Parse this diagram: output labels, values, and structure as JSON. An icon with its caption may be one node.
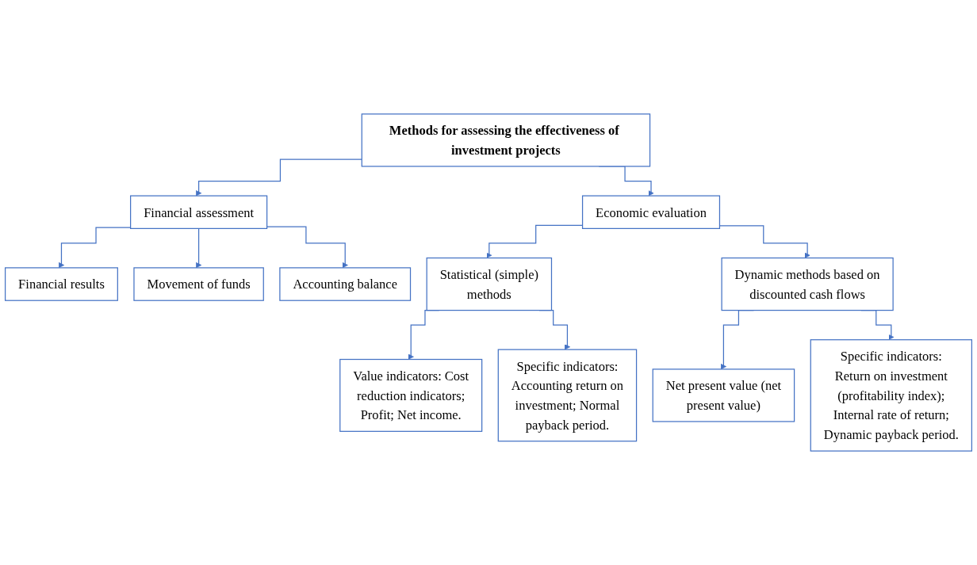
{
  "diagram": {
    "nodes": [
      {
        "text": [
          "Methods for assessing the effectiveness of investment projects"
        ]
      },
      {
        "text": [
          "Financial assessment"
        ]
      },
      {
        "text": [
          "Economic evaluation"
        ]
      },
      {
        "text": [
          "Financial results"
        ]
      },
      {
        "text": [
          "Movement of funds"
        ]
      },
      {
        "text": [
          "Accounting balance"
        ]
      },
      {
        "text": [
          "Statistical (simple) methods"
        ]
      },
      {
        "text": [
          "Dynamic methods based on discounted cash flows"
        ]
      },
      {
        "text": [
          "Value indicators: Cost reduction indicators; Profit; Net income."
        ]
      },
      {
        "text": [
          "Specific indicators: Accounting return on investment; Normal payback period."
        ]
      },
      {
        "text": [
          "Net present value (net present value)"
        ]
      },
      {
        "text": [
          "Specific indicators: Return on investment (profitability index); Internal rate of return; Dynamic payback period."
        ]
      }
    ],
    "edges": [
      {
        "from": 0,
        "to": 1,
        "arrow": "to"
      },
      {
        "from": 0,
        "to": 2,
        "arrow": "to"
      },
      {
        "from": 1,
        "to": 3,
        "arrow": "to"
      },
      {
        "from": 1,
        "to": 4,
        "arrow": "to"
      },
      {
        "from": 1,
        "to": 5,
        "arrow": "to"
      },
      {
        "from": 2,
        "to": 6,
        "arrow": "to"
      },
      {
        "from": 2,
        "to": 7,
        "arrow": "to"
      },
      {
        "from": 6,
        "to": 8,
        "arrow": "to"
      },
      {
        "from": 6,
        "to": 9,
        "arrow": "to"
      },
      {
        "from": 7,
        "to": 10,
        "arrow": "to"
      },
      {
        "from": 7,
        "to": 11,
        "arrow": "to"
      }
    ]
  }
}
